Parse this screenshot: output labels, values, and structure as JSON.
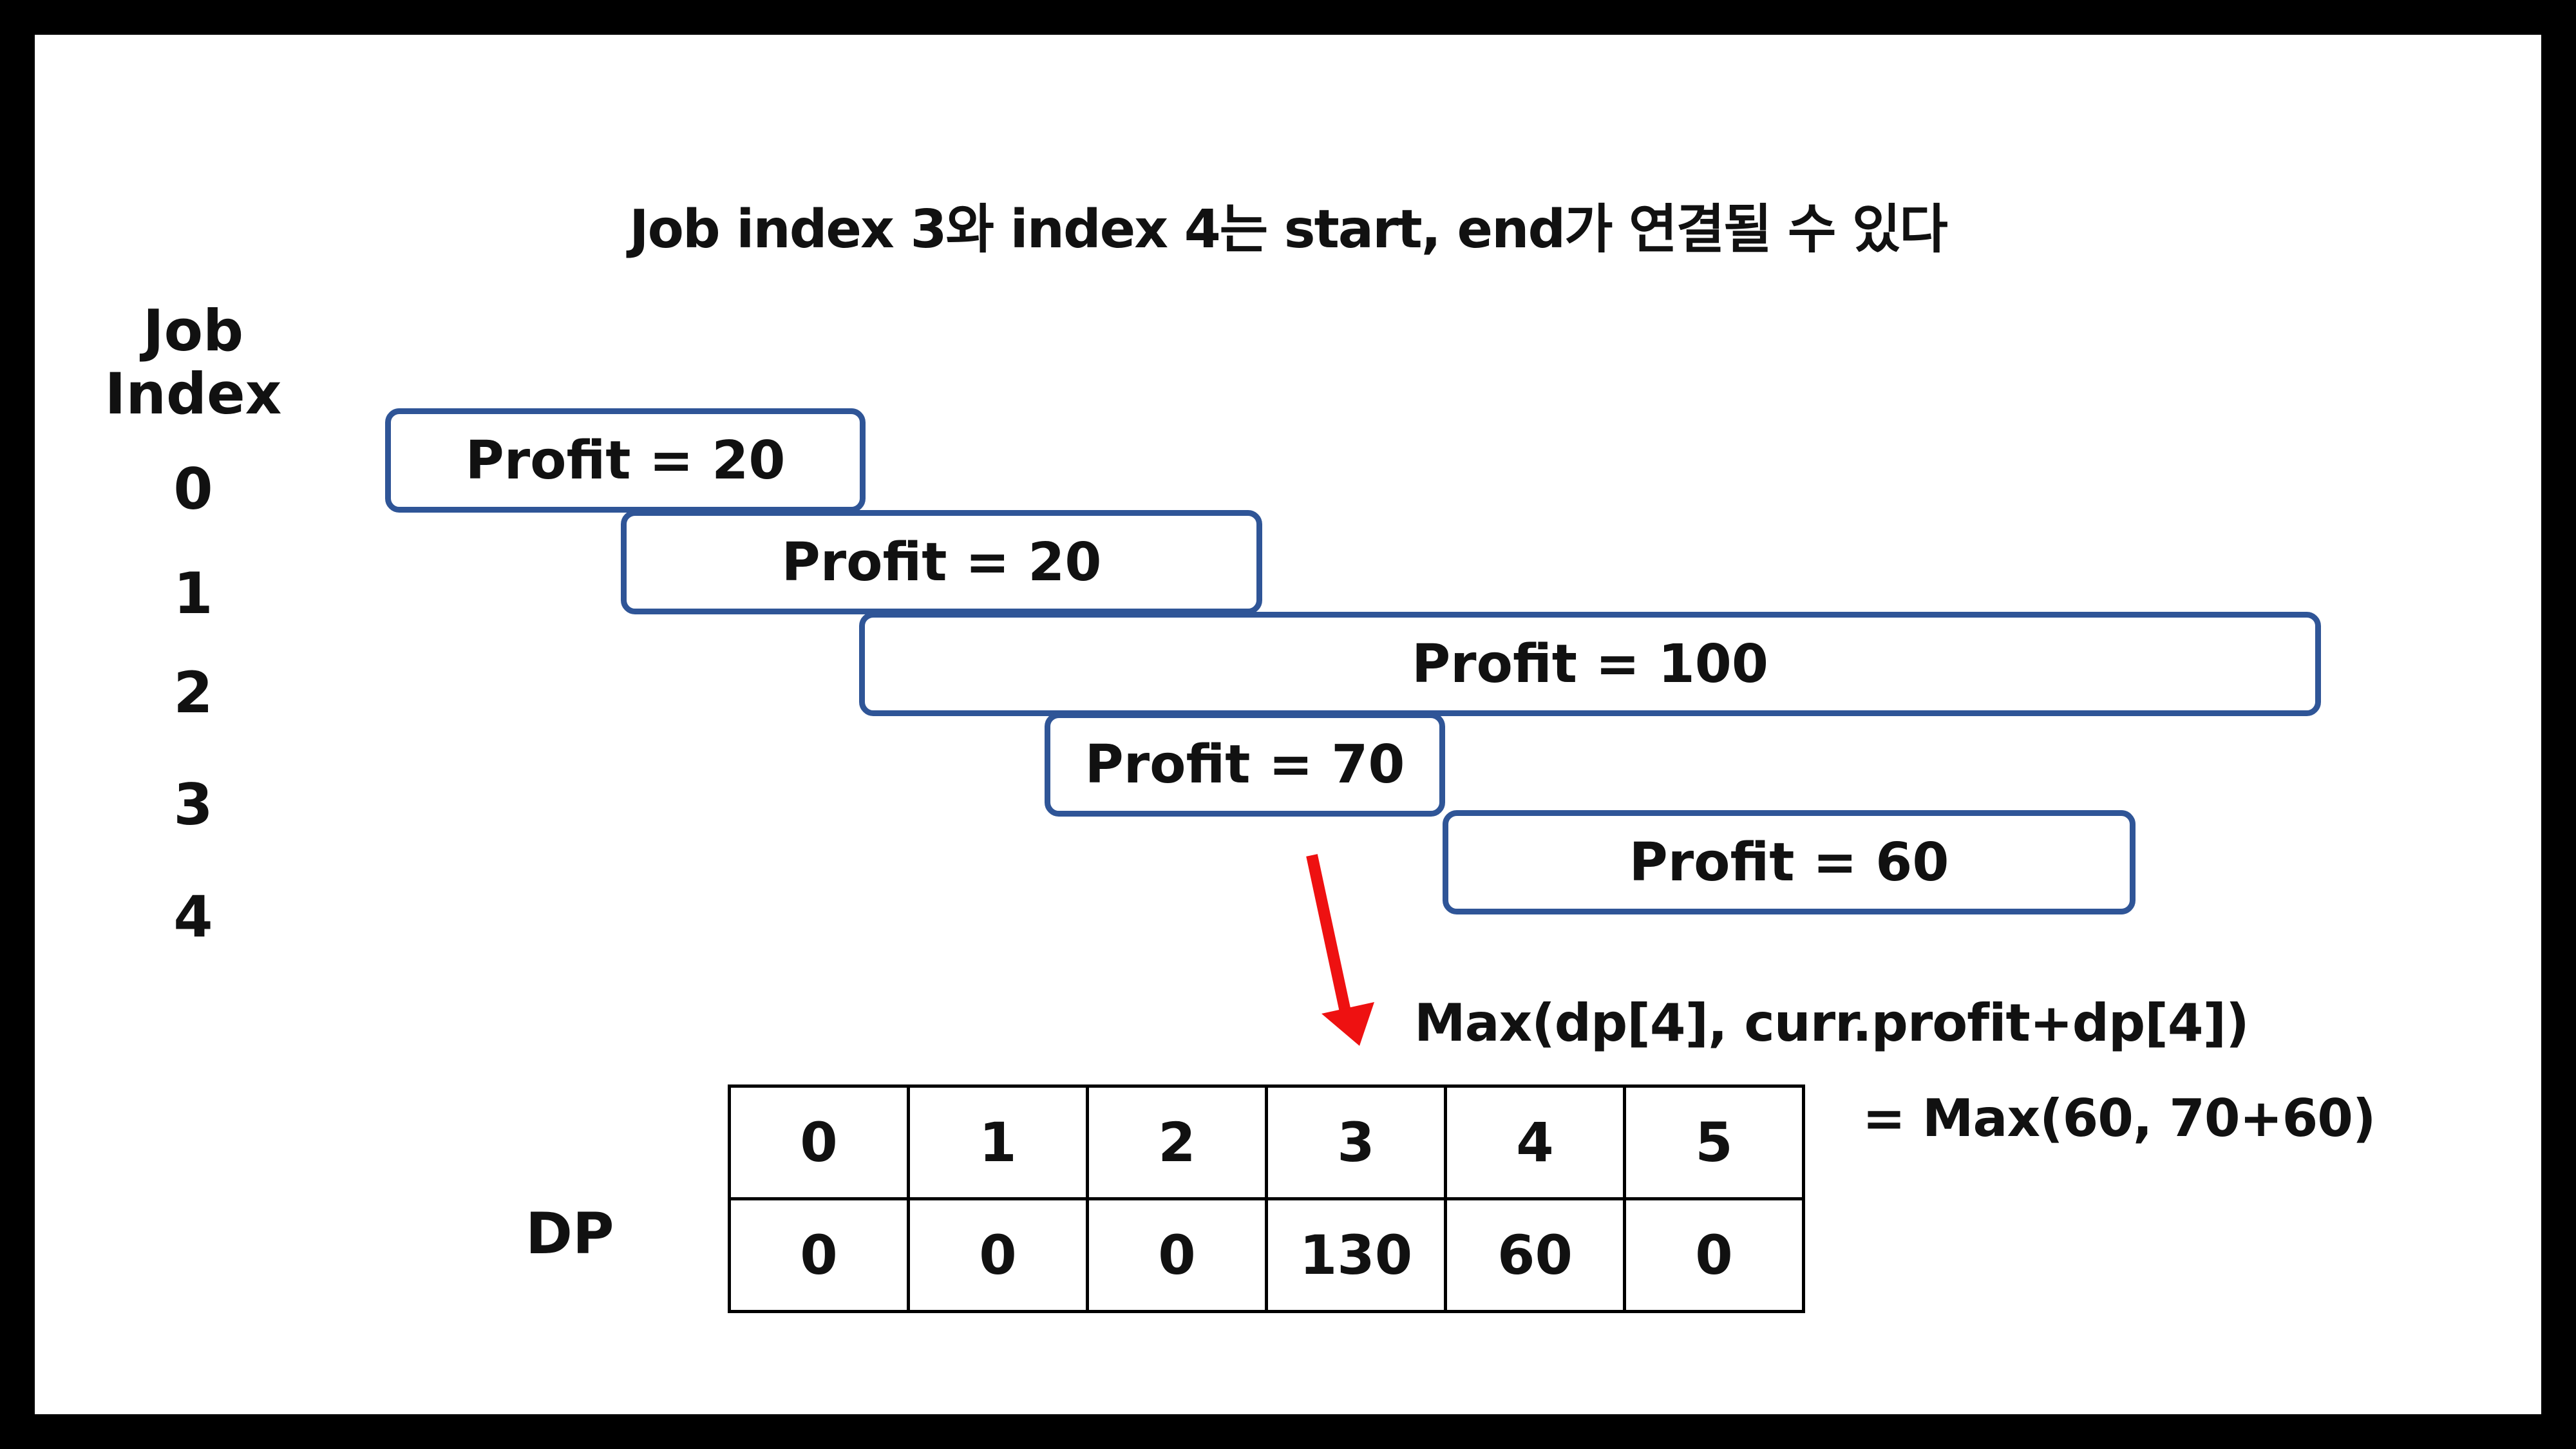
{
  "title": "Job index 3와 index 4는 start, end가 연결될 수 있다",
  "job_index_header": [
    "Job",
    "Index"
  ],
  "jobs": [
    {
      "index": "0",
      "label": "Profit = 20"
    },
    {
      "index": "1",
      "label": "Profit = 20"
    },
    {
      "index": "2",
      "label": "Profit = 100"
    },
    {
      "index": "3",
      "label": "Profit = 70"
    },
    {
      "index": "4",
      "label": "Profit = 60"
    }
  ],
  "formula_line1": "Max(dp[4], curr.profit+dp[4])",
  "formula_line2": "= Max(60, 70+60)",
  "dp": {
    "label": "DP",
    "indices": [
      "0",
      "1",
      "2",
      "3",
      "4",
      "5"
    ],
    "values": [
      "0",
      "0",
      "0",
      "130",
      "60",
      "0"
    ]
  },
  "colors": {
    "box_border": "#2f5597",
    "arrow": "#ee1111"
  }
}
